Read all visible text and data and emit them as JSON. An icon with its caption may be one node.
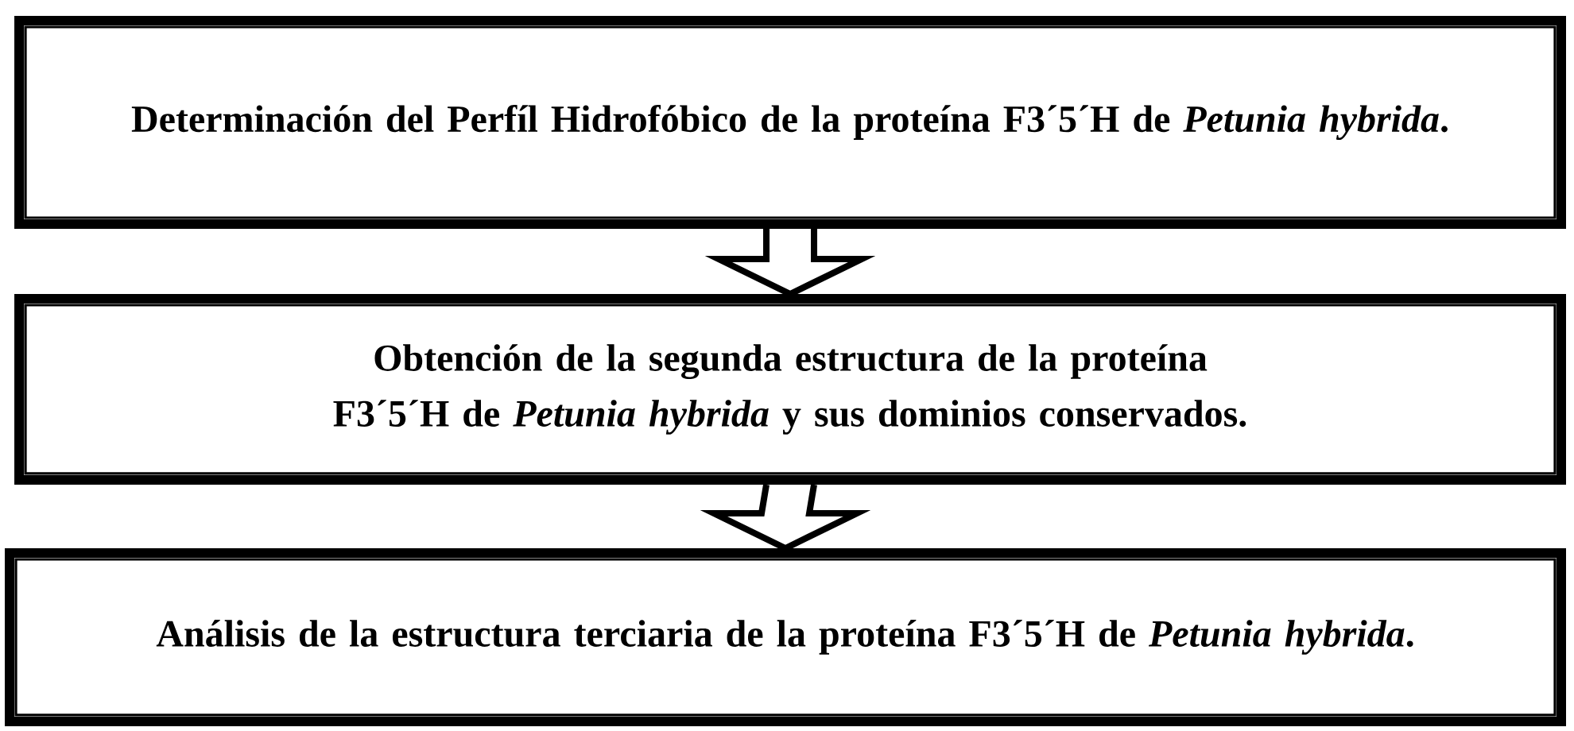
{
  "diagram": {
    "nodes": [
      {
        "text": [
          "Determinación del Perfíl Hidrofóbico de la proteína F3´5´H de *Petunia hybrida*."
        ]
      },
      {
        "text": [
          "Obtención de la segunda estructura de la proteína F3´5´H de *Petunia hybrida* y sus dominios conservados."
        ]
      },
      {
        "text": [
          "Análisis de la estructura terciaria de la proteína F3´5´H de *Petunia hybrida*."
        ]
      }
    ],
    "edges": [
      {
        "from": 0,
        "to": 1,
        "arrow": "to"
      },
      {
        "from": 1,
        "to": 2,
        "arrow": "to"
      }
    ]
  }
}
